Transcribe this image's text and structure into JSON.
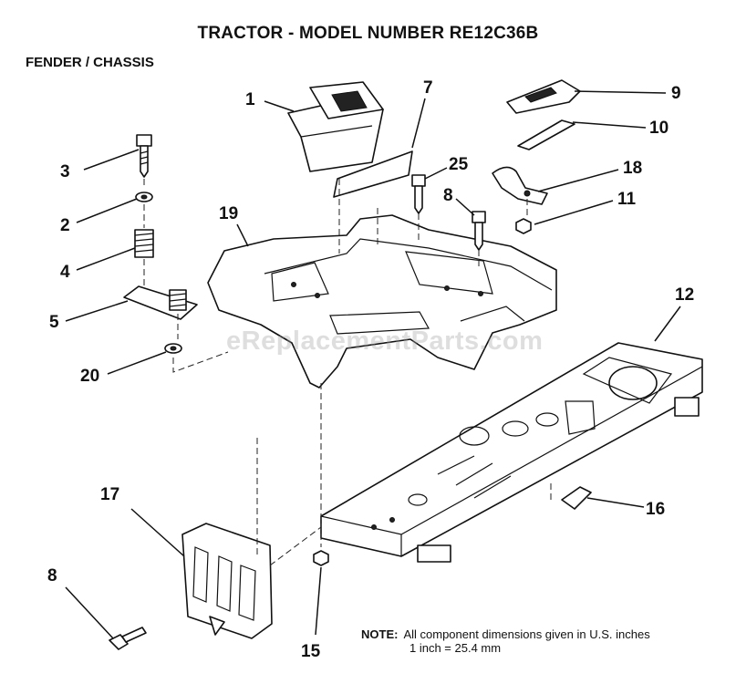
{
  "title": "TRACTOR  - MODEL NUMBER RE12C36B",
  "subtitle": "FENDER / CHASSIS",
  "callouts": {
    "c1": "1",
    "c2": "2",
    "c3": "3",
    "c4": "4",
    "c5": "5",
    "c7": "7",
    "c8a": "8",
    "c8b": "8",
    "c9": "9",
    "c10": "10",
    "c11": "11",
    "c12": "12",
    "c15": "15",
    "c16": "16",
    "c17": "17",
    "c18": "18",
    "c19": "19",
    "c20": "20",
    "c25": "25"
  },
  "note": {
    "label": "NOTE:",
    "line1": "All component dimensions given in U.S. inches",
    "line2": "1 inch = 25.4 mm"
  },
  "watermark": "eReplacementParts.com"
}
